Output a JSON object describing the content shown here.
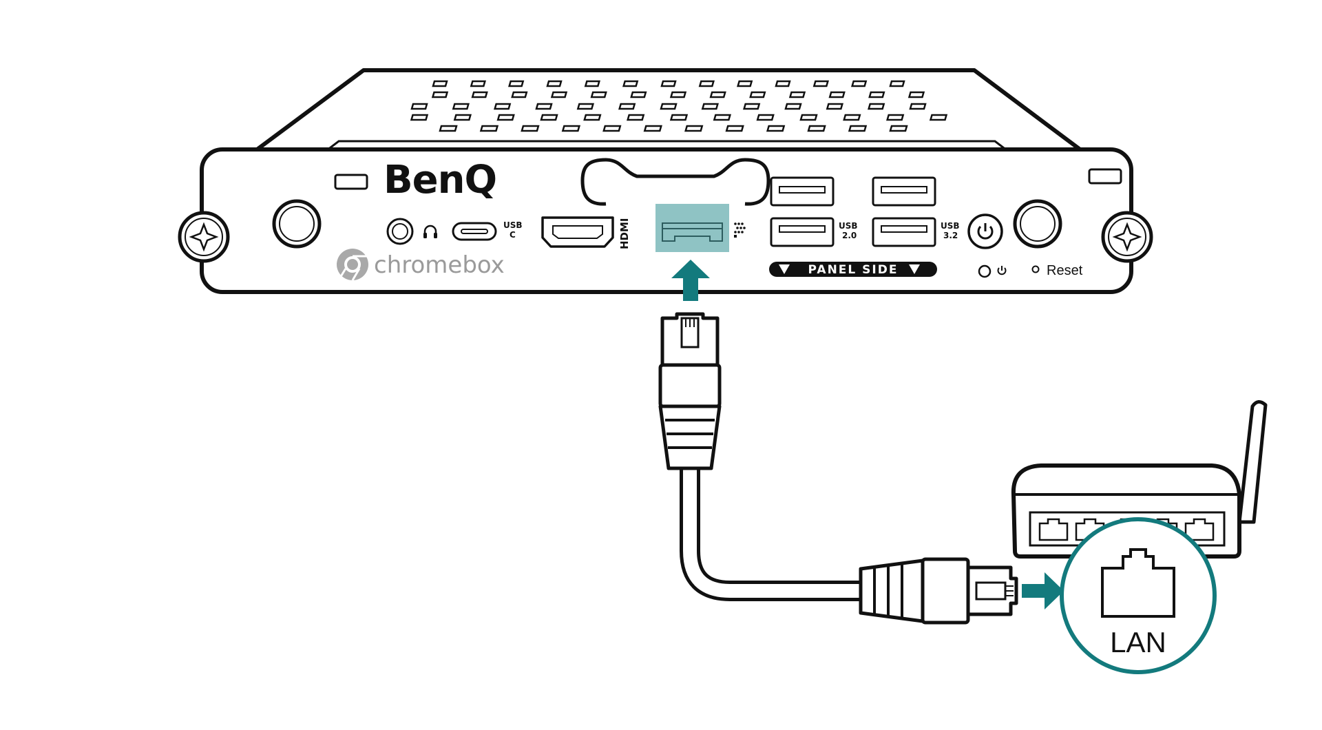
{
  "device": {
    "brand": "BenQ",
    "logo": "chromebox",
    "usb_c_label": [
      "USB",
      "C"
    ],
    "hdmi_label": "HDMI",
    "usb2_label": [
      "USB",
      "2.0"
    ],
    "usb3_label": [
      "USB",
      "3.2"
    ],
    "panel_side": "PANEL SIDE",
    "reset_label": "Reset"
  },
  "router": {
    "port_label": "LAN"
  },
  "colors": {
    "accent": "#137a7d",
    "highlight": "#8fc3c4",
    "line": "#111111"
  }
}
